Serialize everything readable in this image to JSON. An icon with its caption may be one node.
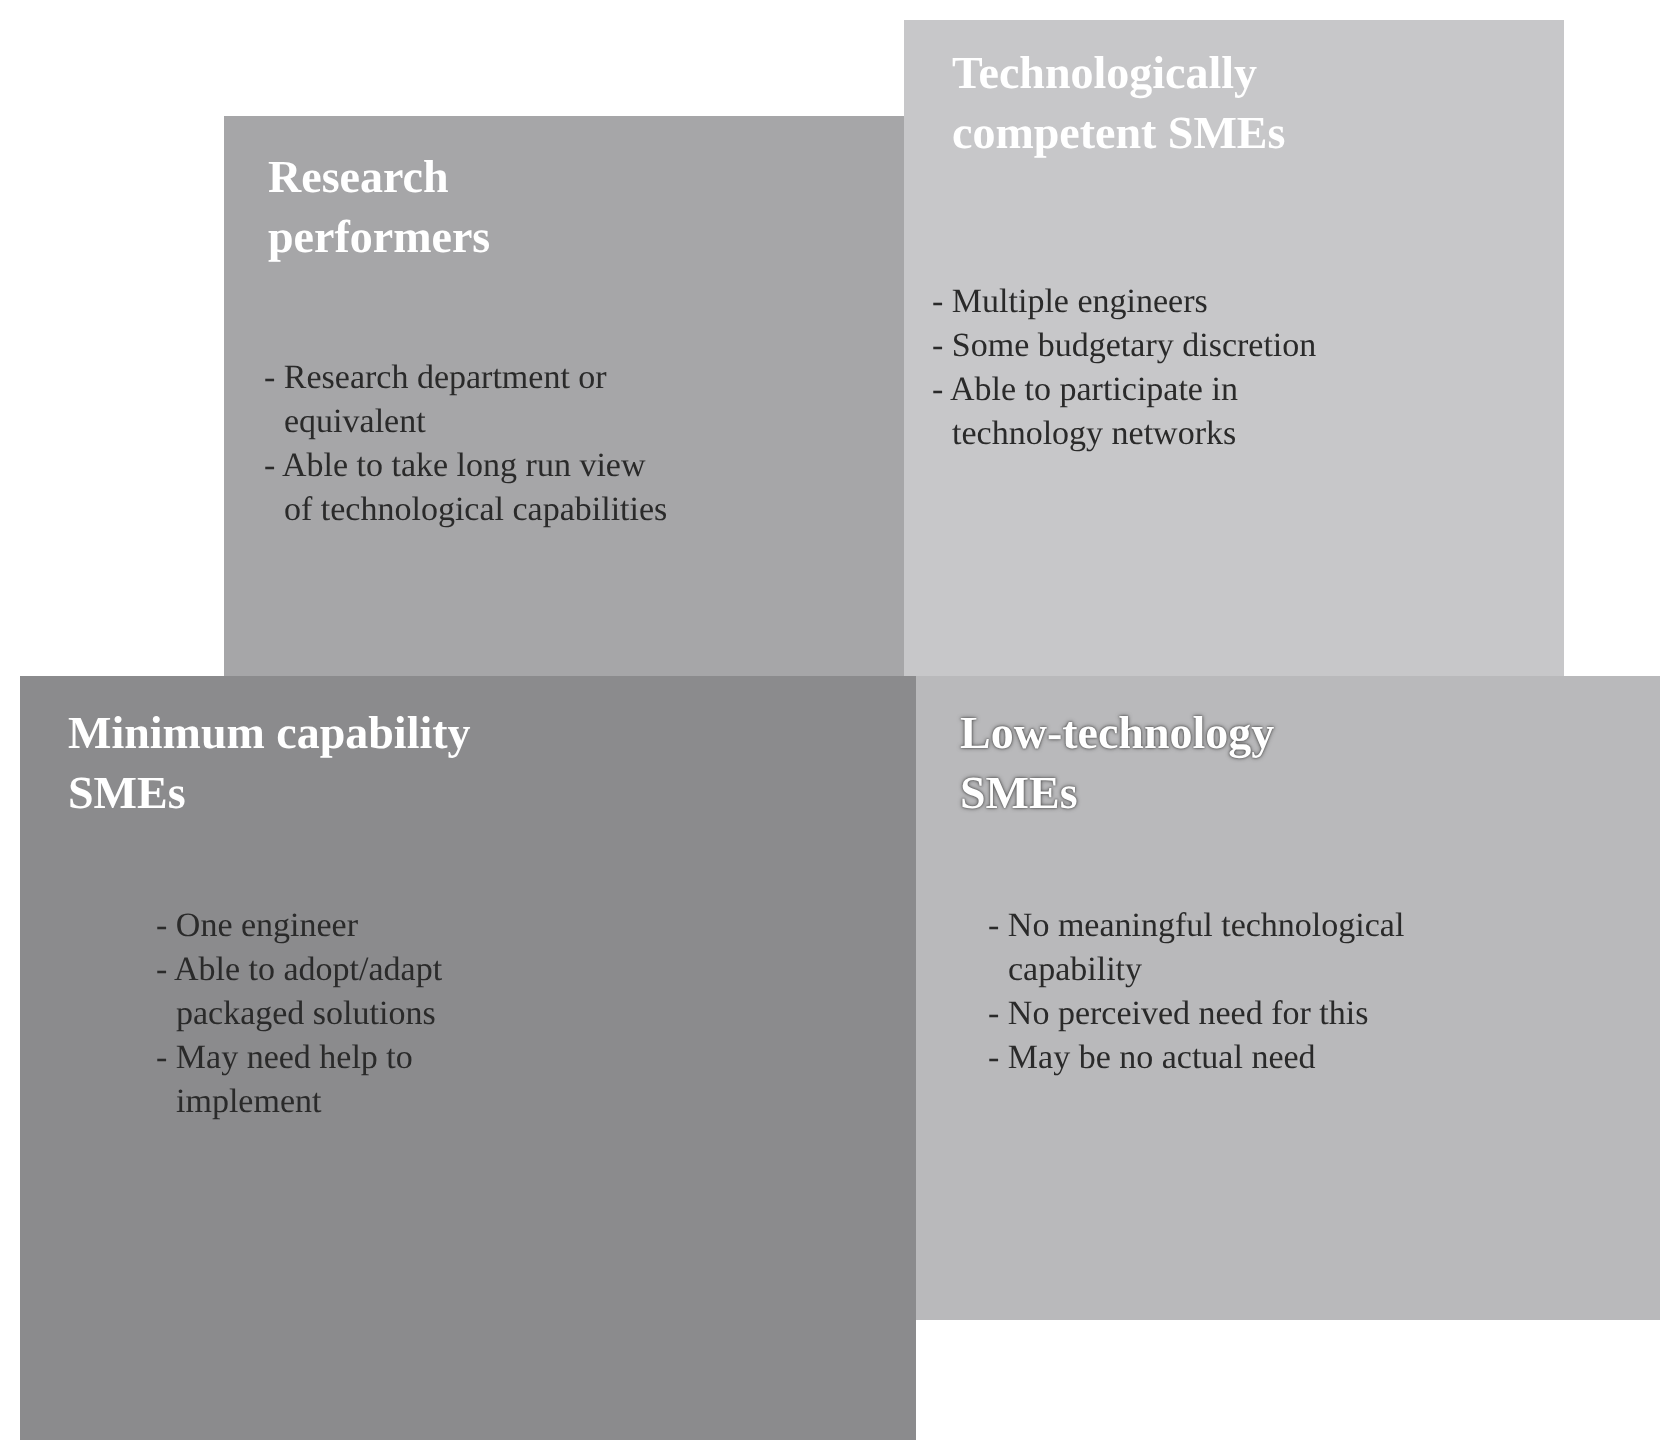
{
  "diagram": {
    "nodes": [
      {
        "text": [
          "Research performers",
          "- Research department or equivalent",
          "- Able to take long run view of technological capabilities"
        ]
      },
      {
        "text": [
          "Technologically competent SMEs",
          "- Multiple engineers",
          "- Some budgetary discretion",
          "- Able to participate in technology networks"
        ]
      },
      {
        "text": [
          "Minimum capability SMEs",
          "- One engineer",
          "- Able to adopt/adapt packaged solutions",
          "- May need help to implement"
        ]
      },
      {
        "text": [
          "Low-technology SMEs",
          "- No meaningful technological capability",
          "- No perceived need for this",
          "- May be no actual need"
        ]
      }
    ]
  }
}
